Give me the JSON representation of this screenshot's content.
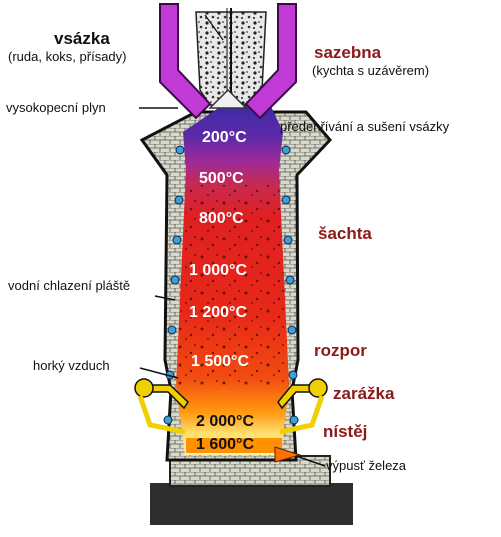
{
  "colors": {
    "zone_label": "#8b1a1a",
    "chute_purple": "#c23ad6",
    "brick": "#d8d8c8",
    "cooling_dots": "#3aa0d8",
    "hot_air": "#f0d000"
  },
  "labels": {
    "charge_title": "vsázka",
    "charge_sub": "(ruda, koks, přísady)",
    "gas": "vysokopecní plyn",
    "preheat": "předehřívání a sušení vsázky",
    "cooling": "vodní chlazení pláště",
    "hot_air": "horký vzduch",
    "tap": "výpusť železa"
  },
  "zones": {
    "sazebna": "sazebna",
    "sazebna_sub": "(kychta s uzávěrem)",
    "sachta": "šachta",
    "rozpor": "rozpor",
    "zarazka": "zarážka",
    "nistej": "nístěj"
  },
  "temperatures": {
    "t1": "200°C",
    "t2": "500°C",
    "t3": "800°C",
    "t4": "1 000°C",
    "t5": "1 200°C",
    "t6": "1 500°C",
    "t7": "2 000°C",
    "t8": "1 600°C"
  }
}
